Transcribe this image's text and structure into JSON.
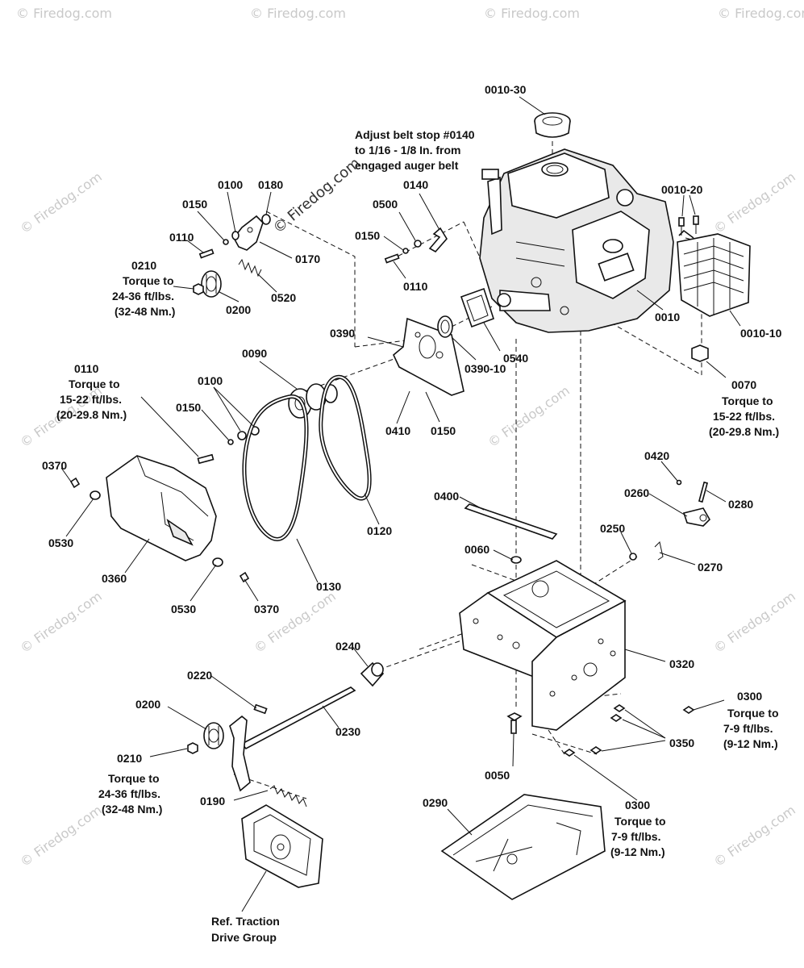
{
  "watermark": "© Firedog.com",
  "part_numbers": {
    "p0010_30": "0010-30",
    "p0010_20": "0010-20",
    "p0010": "0010",
    "p0010_10": "0010-10",
    "p0070": "0070",
    "p0140": "0140",
    "p0500": "0500",
    "p0150_a": "0150",
    "p0110_a": "0110",
    "p0540": "0540",
    "p0390": "0390",
    "p0390_10": "0390-10",
    "p0410": "0410",
    "p0150_b": "0150",
    "p0100_a": "0100",
    "p0180": "0180",
    "p0150_c": "0150",
    "p0110_b": "0110",
    "p0170": "0170",
    "p0210_a": "0210",
    "p0200_a": "0200",
    "p0520": "0520",
    "p0090": "0090",
    "p0110_c": "0110",
    "p0100_b": "0100",
    "p0150_d": "0150",
    "p0120": "0120",
    "p0130": "0130",
    "p0370_a": "0370",
    "p0530_a": "0530",
    "p0360": "0360",
    "p0530_b": "0530",
    "p0370_b": "0370",
    "p0400": "0400",
    "p0060": "0060",
    "p0420": "0420",
    "p0260": "0260",
    "p0280": "0280",
    "p0250": "0250",
    "p0270": "0270",
    "p0320": "0320",
    "p0240": "0240",
    "p0220": "0220",
    "p0230": "0230",
    "p0200_b": "0200",
    "p0210_b": "0210",
    "p0190": "0190",
    "p0300_a": "0300",
    "p0350": "0350",
    "p0050": "0050",
    "p0300_b": "0300",
    "p0290": "0290"
  },
  "notes": {
    "adjust_belt_1": "Adjust belt stop #0140",
    "adjust_belt_2": "to 1/16 - 1/8 In. from",
    "adjust_belt_3": "engaged auger belt",
    "torque_to": "Torque to",
    "t0210a_1": "24-36 ft/lbs.",
    "t0210a_2": "(32-48 Nm.)",
    "t0110_1": "15-22 ft/lbs.",
    "t0110_2": "(20-29.8 Nm.)",
    "t0070_1": "15-22 ft/lbs.",
    "t0070_2": "(20-29.8 Nm.)",
    "t0210b_1": "24-36 ft/lbs.",
    "t0210b_2": "(32-48 Nm.)",
    "t0300a_1": "7-9 ft/lbs.",
    "t0300a_2": "(9-12 Nm.)",
    "t0300b_1": "7-9 ft/lbs.",
    "t0300b_2": "(9-12 Nm.)",
    "ref_traction_1": "Ref. Traction",
    "ref_traction_2": "Drive Group"
  }
}
